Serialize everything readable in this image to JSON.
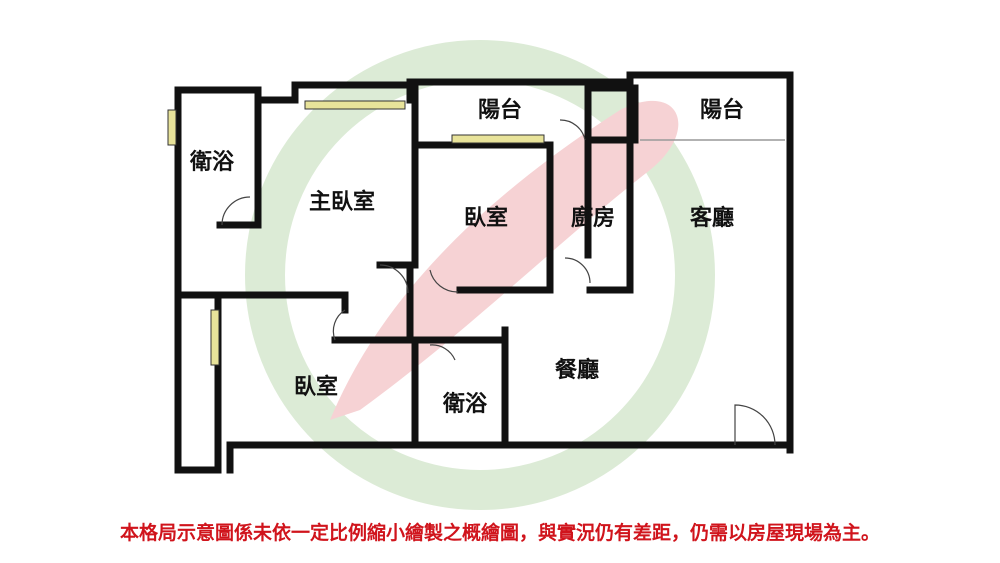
{
  "rooms": {
    "bath1": "衛浴",
    "master": "主臥室",
    "balcony1": "陽台",
    "bedroom1": "臥室",
    "kitchen": "廚房",
    "balcony2": "陽台",
    "living": "客廳",
    "bedroom2": "臥室",
    "bath2": "衛浴",
    "dining": "餐廳"
  },
  "disclaimer": "本格局示意圖係未依一定比例縮小繪製之概繪圖，與實況仍有差距，仍需以房屋現場為主。",
  "colors": {
    "wall": "#111111",
    "window": "#e8e39a",
    "note": "#d0141c",
    "watermark_green": "#dcebd6",
    "watermark_red": "#f6d2d4"
  }
}
